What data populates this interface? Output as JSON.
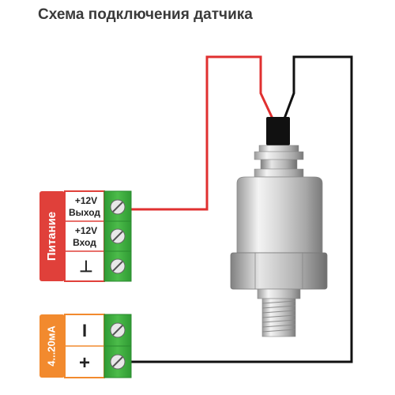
{
  "title": "Схема подключения датчика",
  "power_block": {
    "side_label": "Питание",
    "terminals": [
      {
        "line1": "+12V",
        "line2": "Выход"
      },
      {
        "line1": "+12V",
        "line2": "Вход"
      },
      {
        "symbol": "⊥"
      }
    ]
  },
  "signal_block": {
    "side_label": "4...20мА",
    "terminals": [
      {
        "symbol": "I"
      },
      {
        "symbol": "+"
      }
    ]
  },
  "colors": {
    "red_block": "#e0403a",
    "orange_block": "#f28a2e",
    "terminal_green": "#3daa3d",
    "wire_red": "#e03030",
    "wire_black": "#111111"
  }
}
